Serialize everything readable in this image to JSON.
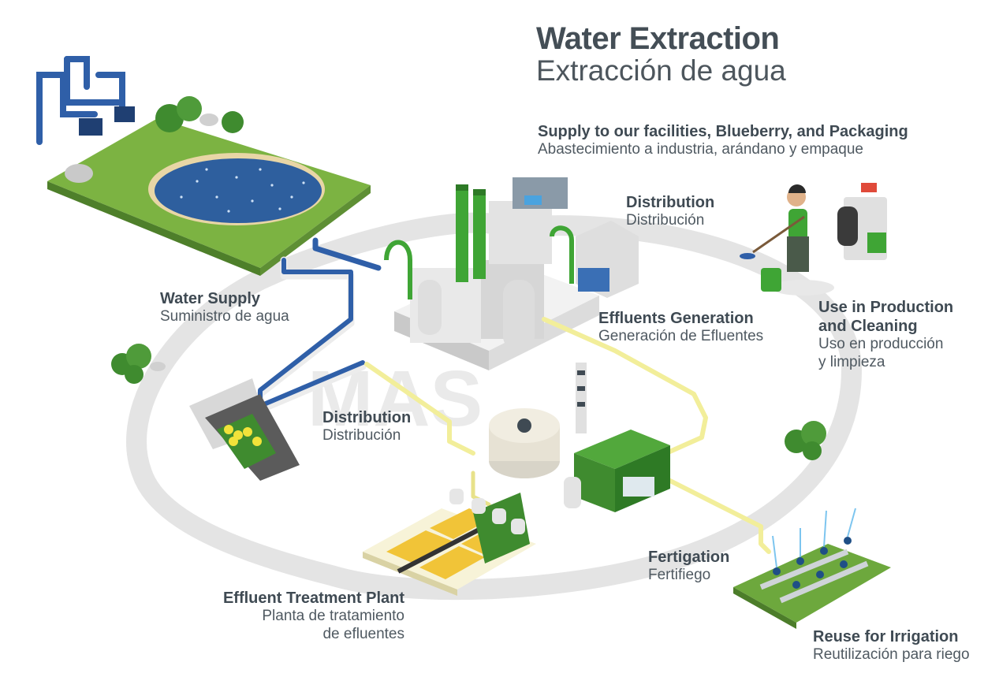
{
  "title": "Water Extraction",
  "subtitle": "Extracción de agua",
  "watermark": "MAS",
  "labels": {
    "supply": {
      "title": "Supply to our facilities, Blueberry, and Packaging",
      "sub": "Abastecimiento a industria, arándano y empaque"
    },
    "distribution_top": {
      "title": "Distribution",
      "sub": "Distribución"
    },
    "water_supply": {
      "title": "Water Supply",
      "sub": "Suministro de agua"
    },
    "effluents_generation": {
      "title": "Effluents Generation",
      "sub": "Generación de Efluentes"
    },
    "use_production": {
      "title1": "Use in Production",
      "title2": "and Cleaning",
      "sub1": "Uso en producción",
      "sub2": "y limpieza"
    },
    "distribution_mid": {
      "title": "Distribution",
      "sub": "Distribución"
    },
    "fertigation": {
      "title": "Fertigation",
      "sub": "Fertifiego"
    },
    "effluent_plant": {
      "title": "Effluent Treatment Plant",
      "sub1": "Planta de tratamiento",
      "sub2": "de efluentes"
    },
    "reuse": {
      "title": "Reuse for Irrigation",
      "sub": "Reutilización para riego"
    }
  },
  "colors": {
    "grass": "#7cb342",
    "water": "#2e5f9e",
    "pipe_blue": "#2f5fa8",
    "pipe_yellow": "#f2ee9a",
    "green_accent": "#3fa535",
    "loop_gray": "#e3e3e3",
    "text_dark": "#3f4a53"
  }
}
